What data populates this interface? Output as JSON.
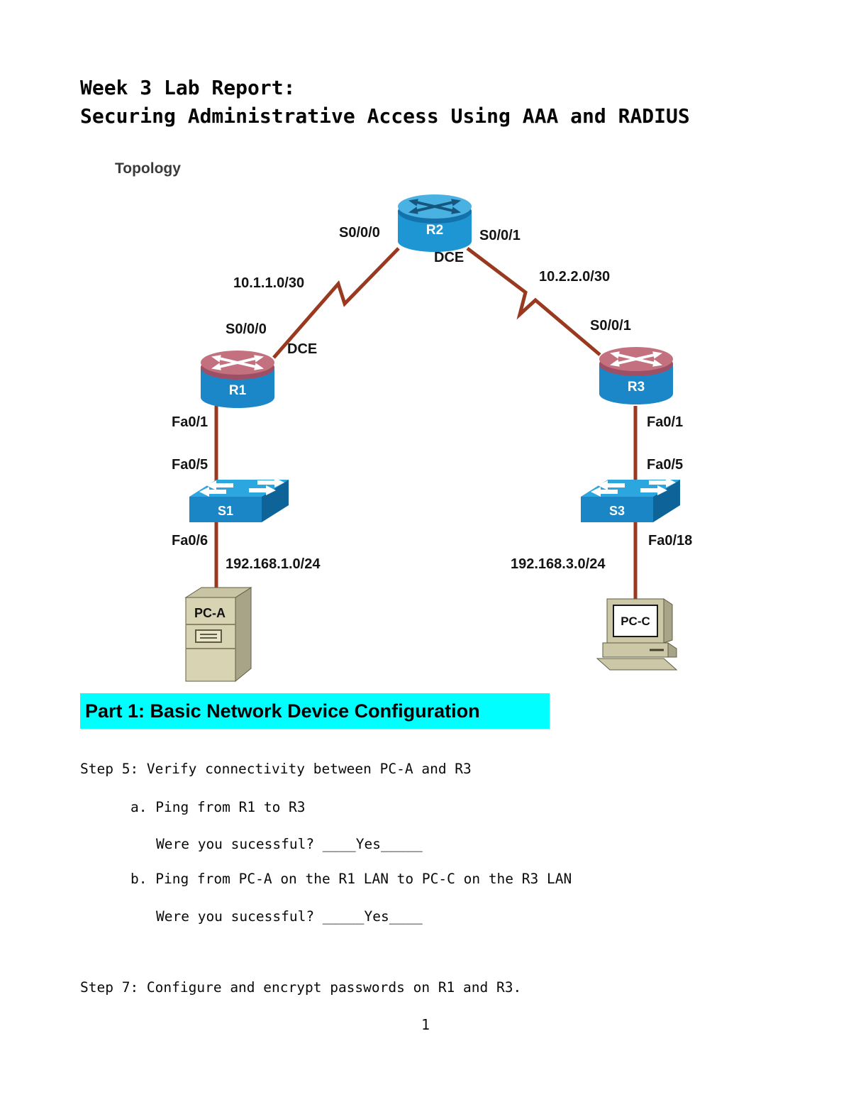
{
  "page": {
    "title_line1": "Week 3 Lab Report:",
    "title_line2": "Securing Administrative Access Using AAA and RADIUS",
    "page_number": "1"
  },
  "topology": {
    "heading": "Topology",
    "devices": {
      "r1": "R1",
      "r2": "R2",
      "r3": "R3",
      "s1": "S1",
      "s3": "S3",
      "pc_a": "PC-A",
      "pc_c": "PC-C"
    },
    "labels": {
      "r2_left_if": "S0/0/0",
      "r2_right_if": "S0/0/1",
      "r2_dce": "DCE",
      "serial_net_left": "10.1.1.0/30",
      "serial_net_right": "10.2.2.0/30",
      "r1_serial_if": "S0/0/0",
      "r1_dce": "DCE",
      "r3_serial_if": "S0/0/1",
      "r1_lan_if": "Fa0/1",
      "s1_uplink_if": "Fa0/5",
      "s1_host_if": "Fa0/6",
      "lan_left": "192.168.1.0/24",
      "r3_lan_if": "Fa0/1",
      "s3_uplink_if": "Fa0/5",
      "s3_host_if": "Fa0/18",
      "lan_right": "192.168.3.0/24"
    }
  },
  "sections": {
    "part1_heading": "Part 1: Basic Network Device Configuration",
    "step5": "Step 5: Verify connectivity between PC-A and R3",
    "step5_a": "a. Ping from R1 to R3",
    "step5_a_answer": "Were you sucessful? ____Yes_____",
    "step5_b": "b. Ping from PC-A on the R1 LAN to PC-C on the R3 LAN",
    "step5_b_answer": "Were you sucessful? _____Yes____",
    "step7": "Step 7: Configure and encrypt passwords on R1 and R3."
  },
  "colors": {
    "highlight": "#00ffff",
    "link": "#993a20",
    "router_body_blue": "#1b87c9",
    "router_top_pink": "#c4717f",
    "router_top_blue": "#4ab2e3",
    "switch_front": "#1b86c6",
    "pc_beige": "#d8d4b3"
  }
}
